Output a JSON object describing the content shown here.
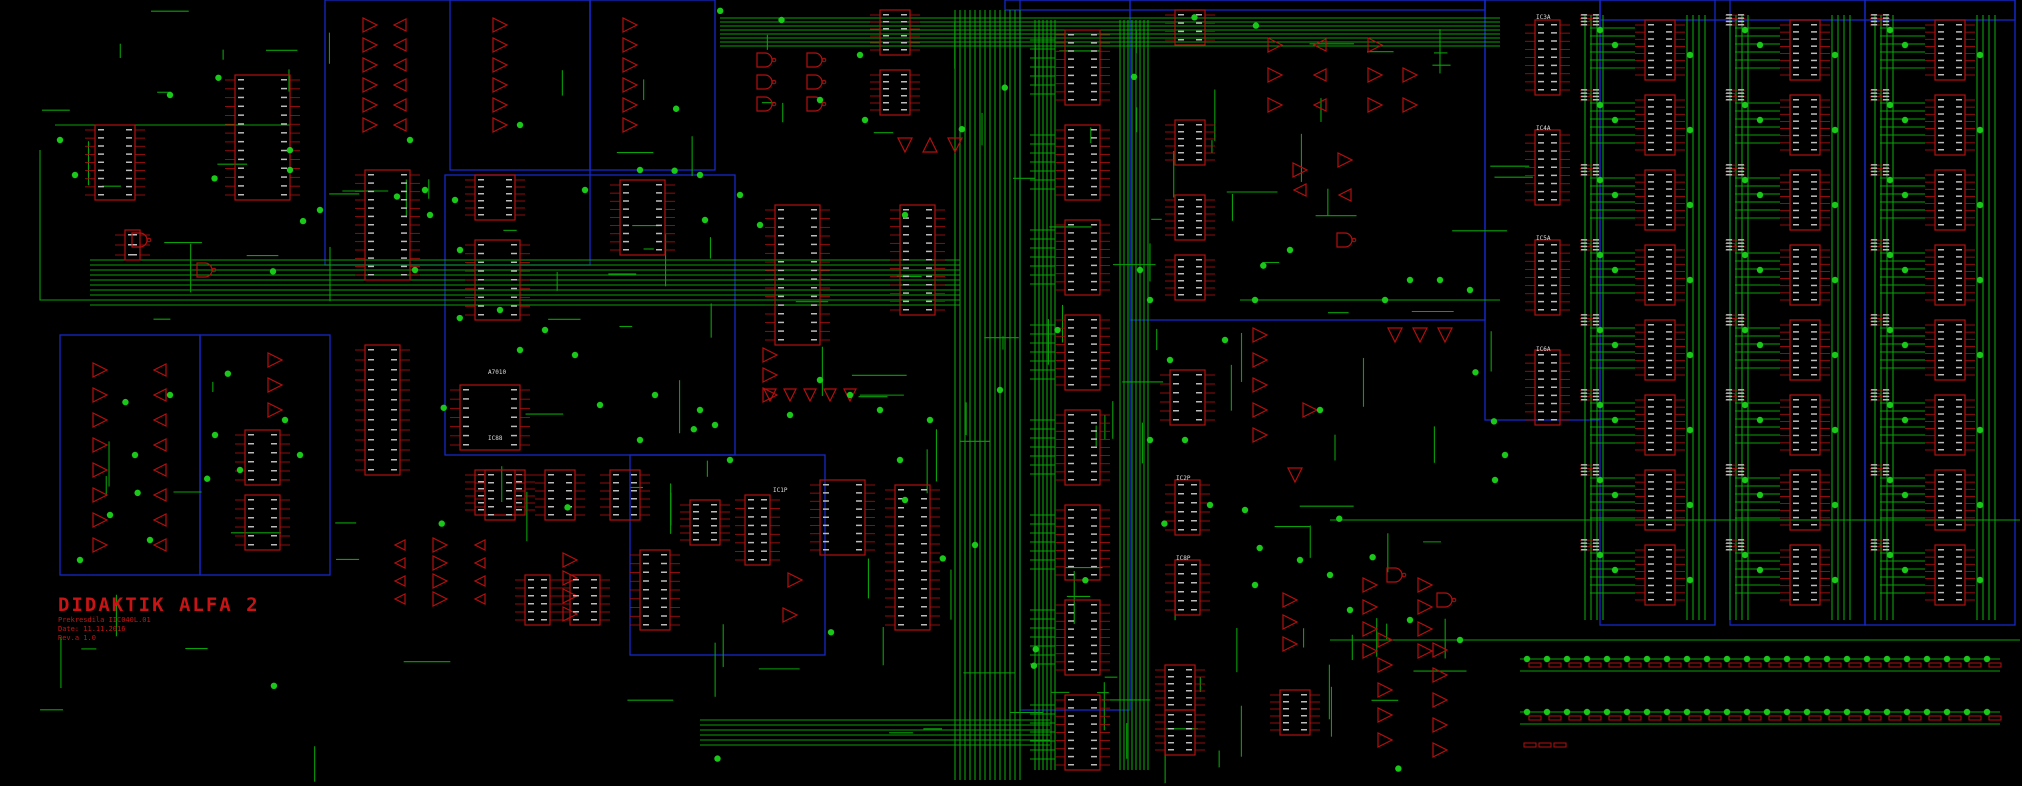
{
  "title_block": {
    "title": "DIDAKTIK ALFA 2",
    "line1": "Prekresdila IIC040L.01",
    "line2": "Date: 11.11.2016",
    "line3": "Rev.a 1.0"
  },
  "chip_labels": [
    "A7010",
    "IC88",
    "IC1P",
    "IC2P",
    "IC8P",
    "IC3A",
    "IC4A",
    "IC5A",
    "IC6A"
  ],
  "colors": {
    "background": "#000000",
    "wire": "#0aa00a",
    "component": "#b40f0f",
    "bus": "#1428c8",
    "junction": "#19c819",
    "label": "#c81414"
  }
}
